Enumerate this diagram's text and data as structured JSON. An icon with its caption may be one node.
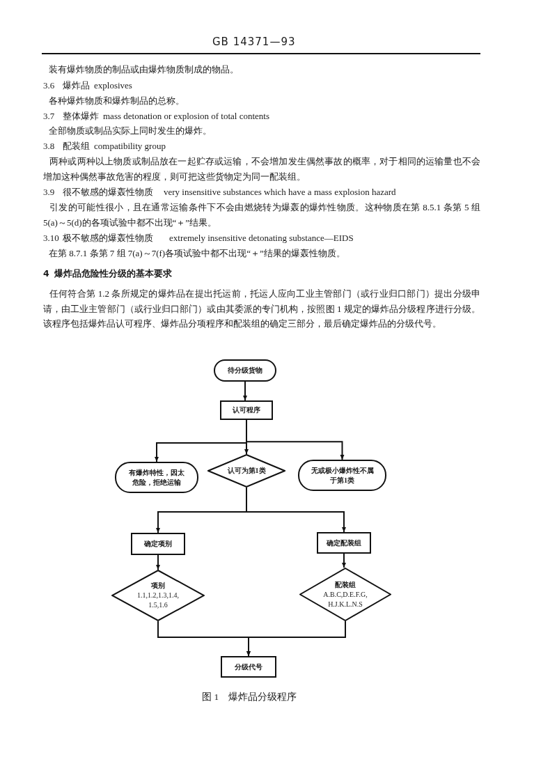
{
  "diagram": {
    "caption": "图 1　爆炸品分级程序",
    "nodes": [
      {
        "text": [
          "待分级货物"
        ]
      },
      {
        "text": [
          "认可程序"
        ]
      },
      {
        "text": [
          "有爆炸特性，因太危险，拒绝运输"
        ]
      },
      {
        "text": [
          "认可为第1类"
        ]
      },
      {
        "text": [
          "无或极小爆炸性不属于第1类"
        ]
      },
      {
        "text": [
          "确定项别"
        ]
      },
      {
        "text": [
          "确定配装组"
        ]
      },
      {
        "text": [
          "项别",
          "1.1,1.2,1.3,1.4, 1.5,1.6"
        ]
      },
      {
        "text": [
          "配装组",
          "A.B.C,D.E.F.G, H.J.K.L.N.S"
        ]
      },
      {
        "text": [
          "分级代号"
        ]
      }
    ],
    "edges": [
      {
        "from": 0,
        "to": 1,
        "arrow": "to"
      },
      {
        "from": 1,
        "to": 2,
        "arrow": "to"
      },
      {
        "from": 1,
        "to": 3,
        "arrow": "to"
      },
      {
        "from": 1,
        "to": 4,
        "arrow": "to"
      },
      {
        "from": 3,
        "to": 5,
        "arrow": "to"
      },
      {
        "from": 3,
        "to": 6,
        "arrow": "to"
      },
      {
        "from": 5,
        "to": 7,
        "arrow": "to"
      },
      {
        "from": 6,
        "to": 8,
        "arrow": "to"
      },
      {
        "from": 7,
        "to": 9,
        "arrow": "to"
      },
      {
        "from": 8,
        "to": 9,
        "arrow": "to"
      }
    ],
    "labels": [
      "GB 14371—93",
      "装有爆炸物质的制品或由爆炸物质制成的物品。",
      "3.6",
      "爆炸品",
      "explosives",
      "各种爆炸物质和爆炸制品的总称。",
      "3.7",
      "整体爆炸",
      "mass detonation or explosion of total contents",
      "全部物质或制品实际上同时发生的爆炸。",
      "3.8",
      "配装组",
      "compatibility group",
      "两种或两种以上物质或制品放在一起贮存或运输，不会增加发生偶然事故的概率，对于相同的运输量也不会增加这种偶然事故危害的程度，则可把这些货物定为同一配装组。",
      "3.9",
      "很不敏感的爆轰性物质",
      "very insensitive substances which have a mass explosion hazard",
      "引发的可能性很小，且在通常运输条件下不会由燃烧转为爆轰的爆炸性物质。这种物质在第 8.5.1 条第 5 组 5(a)～5(d)的各项试验中都不出现“＋”结果。",
      "3.10",
      "极不敏感的爆轰性物质",
      "extremely insensitive detonating substance—EIDS",
      "在第 8.7.1 条第 7 组 7(a)～7(f)各项试验中都不出现“＋”结果的爆轰性物质。",
      "4",
      "爆炸品危险性分级的基本要求",
      "任何符合第 1.2 条所规定的爆炸品在提出托运前，托运人应向工业主管部门（或行业归口部门）提出分级申请，由工业主管部门（或行业归口部门）或由其委派的专门机构，按照图 1 规定的爆炸品分级程序进行分级。该程序包括爆炸品认可程序、爆炸品分项程序和配装组的确定三部分，最后确定爆炸品的分级代号。"
    ]
  }
}
